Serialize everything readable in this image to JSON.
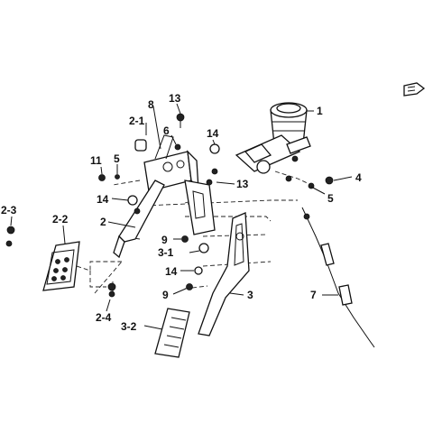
{
  "diagram": {
    "labels": {
      "l1": "1",
      "l2": "2",
      "l21": "2-1",
      "l22": "2-2",
      "l23": "2-3",
      "l24": "2-4",
      "l3": "3",
      "l31": "3-1",
      "l32": "3-2",
      "l4": "4",
      "l5a": "5",
      "l5b": "5",
      "l6": "6",
      "l7": "7",
      "l8": "8",
      "l9a": "9",
      "l9b": "9",
      "l11": "11",
      "l13a": "13",
      "l13b": "13",
      "l14a": "14",
      "l14b": "14",
      "l14c": "14"
    }
  }
}
